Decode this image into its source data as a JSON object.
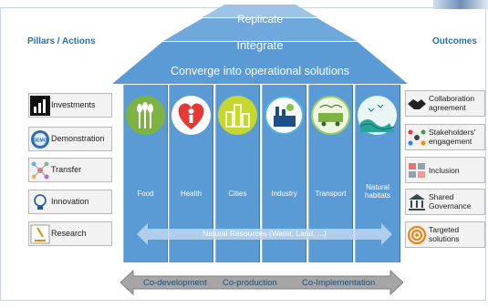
{
  "roof": {
    "top": "Replicate",
    "middle": "Integrate",
    "bottom": "Converge into operational solutions"
  },
  "headers": {
    "left": "Pillars / Actions",
    "right": "Outcomes"
  },
  "pillars_actions": [
    {
      "label": "Investments",
      "icon": "bar-chart-icon"
    },
    {
      "label": "Demonstration",
      "icon": "demo-badge-icon"
    },
    {
      "label": "Transfer",
      "icon": "transfer-icon"
    },
    {
      "label": "Innovation",
      "icon": "lightbulb-icon"
    },
    {
      "label": "Research",
      "icon": "microscope-icon"
    }
  ],
  "columns": [
    {
      "label": "Food",
      "icon": "wheat-icon",
      "color": "#7cb342"
    },
    {
      "label": "Health",
      "icon": "heart-person-icon",
      "color": "#e53935"
    },
    {
      "label": "Cities",
      "icon": "city-icon",
      "color": "#c6d82f"
    },
    {
      "label": "Industry",
      "icon": "factory-icon",
      "color": "#4fb3e0"
    },
    {
      "label": "Transport",
      "icon": "transport-icon",
      "color": "#9ccc65"
    },
    {
      "label": "Natural habitats",
      "icon": "birds-waves-icon",
      "color": "#4db6ac"
    }
  ],
  "resources_label": "Natural Resources (Water, Land, ...)",
  "outcomes": [
    {
      "label": "Collaboration agreement",
      "icon": "handshake-icon"
    },
    {
      "label": "Stakeholders' engagement",
      "icon": "stakeholders-icon"
    },
    {
      "label": "Inclusion",
      "icon": "inclusion-icon"
    },
    {
      "label": "Shared Governance",
      "icon": "governance-icon"
    },
    {
      "label": "Targeted solutions",
      "icon": "target-icon"
    }
  ],
  "bottom_arrow": {
    "item1": "Co-development",
    "item2": "Co-production",
    "item3": "Co-Implementation"
  },
  "colors": {
    "roof_top": "#9dc3e6",
    "roof_middle": "#6fa8dc",
    "roof_bottom": "#5b9bd5",
    "pillar": "#5b9bd5",
    "header_text": "#1f73b7"
  }
}
